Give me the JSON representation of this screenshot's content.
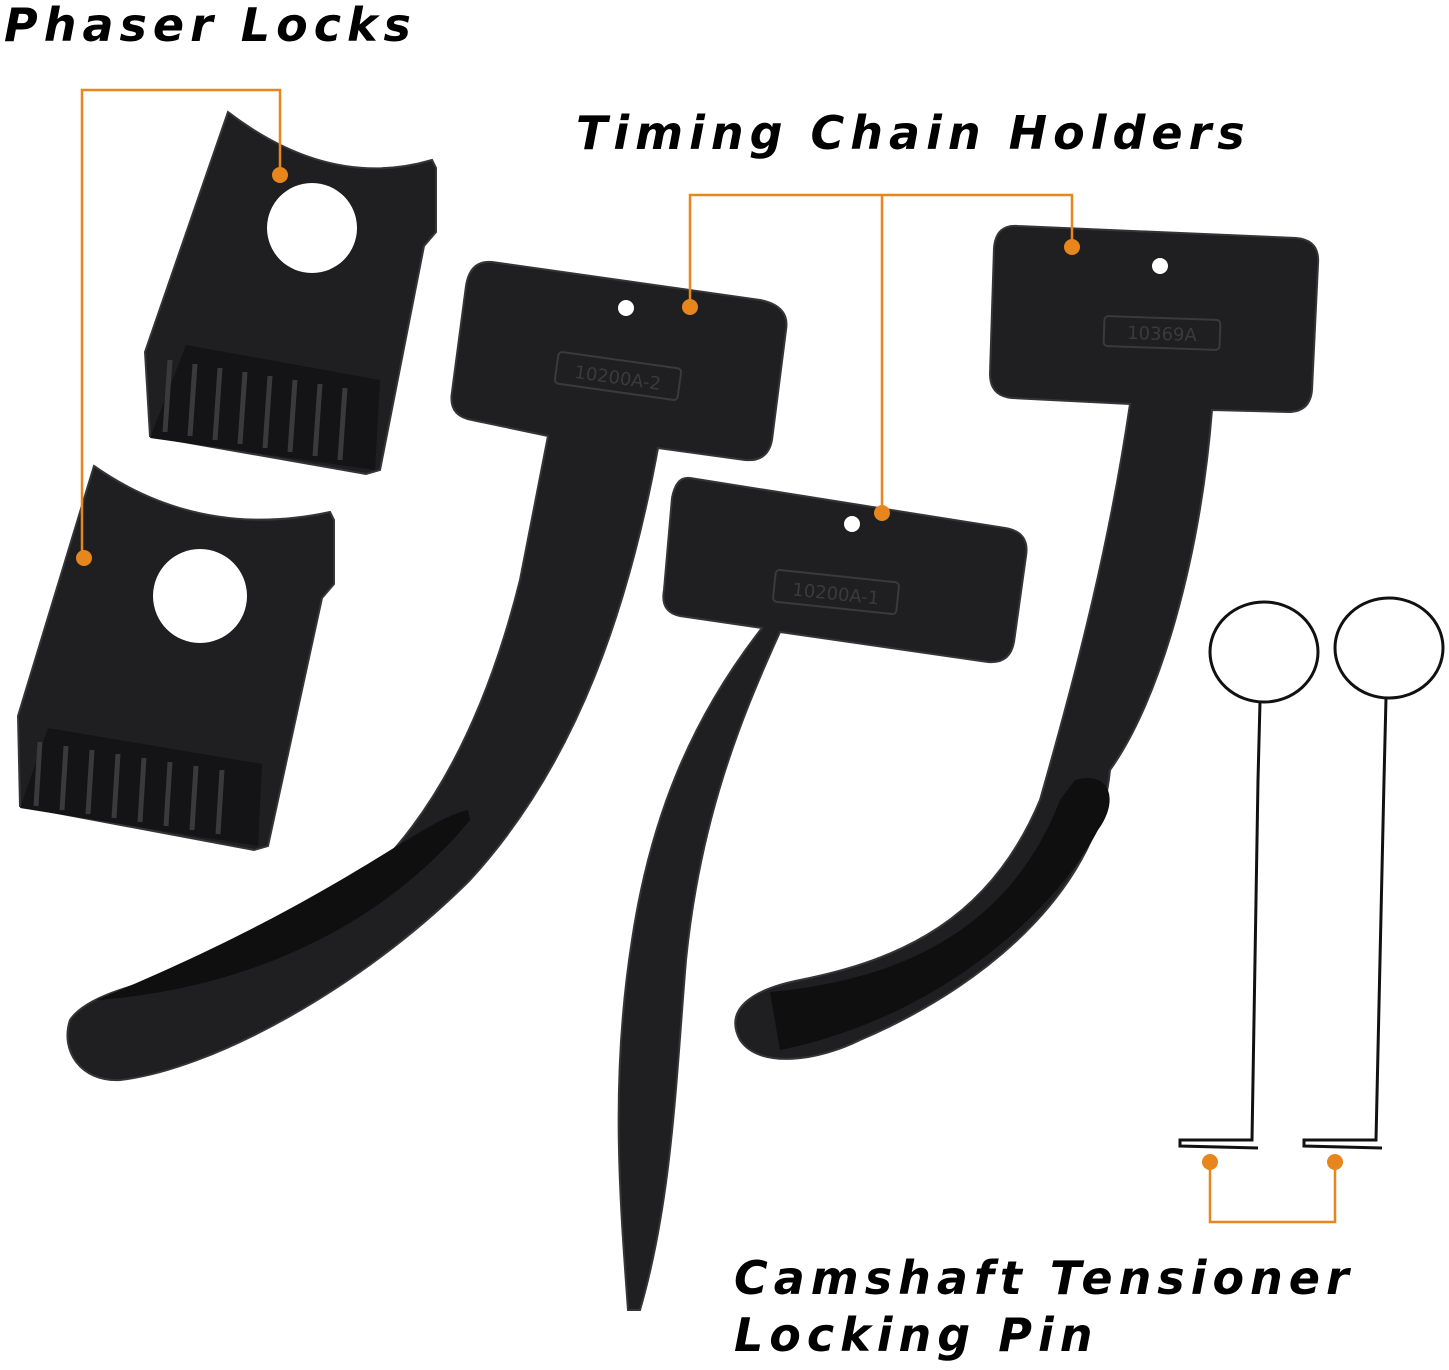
{
  "labels": {
    "phaser_locks": "Phaser Locks",
    "timing_chain_holders": "Timing Chain Holders",
    "camshaft_line1": "Camshaft Tensioner",
    "camshaft_line2": "Locking Pin"
  },
  "engravings": {
    "holder_left": "10200A-2",
    "holder_middle": "10200A-1",
    "holder_right": "10369A"
  },
  "colors": {
    "part": "#1f1f21",
    "part_edge": "#353538",
    "callout": "#e8861e",
    "text": "#000000"
  }
}
